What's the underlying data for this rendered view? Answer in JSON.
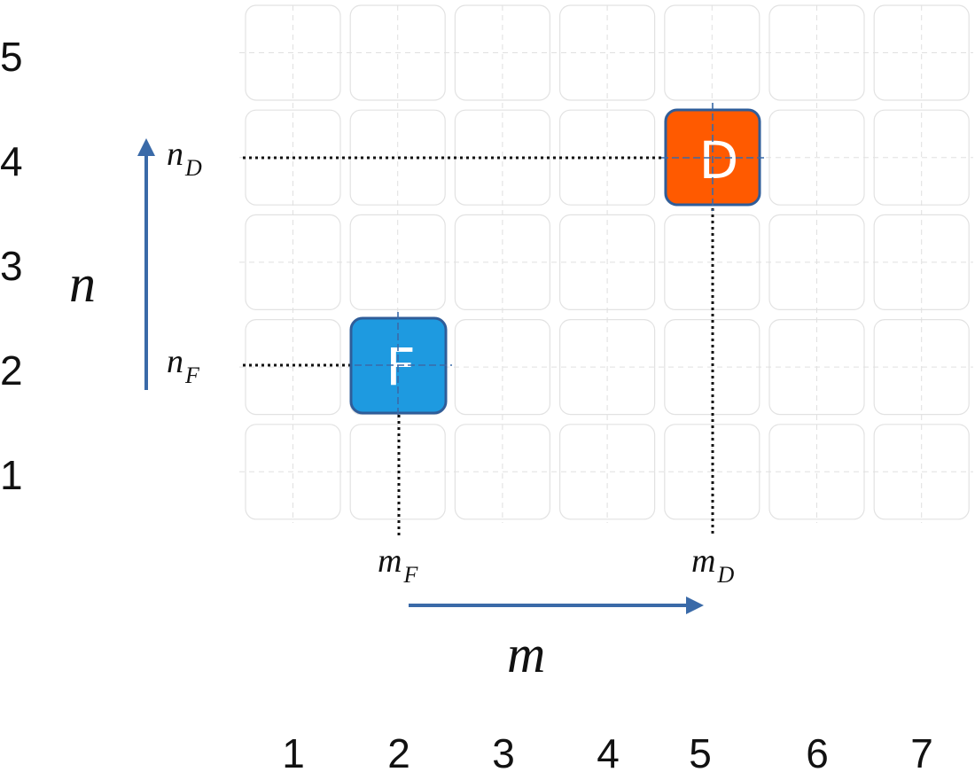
{
  "grid": {
    "columns": 7,
    "rows": 5
  },
  "x_ticks": [
    "1",
    "2",
    "3",
    "4",
    "5",
    "6",
    "7"
  ],
  "y_ticks": [
    "1",
    "2",
    "3",
    "4",
    "5"
  ],
  "axes": {
    "m_label": "m",
    "n_label": "n"
  },
  "arrow_color": "#3a6aa8",
  "tiles": [
    {
      "letter": "F",
      "column": 2,
      "row": 2,
      "color": "#1e9ae0",
      "border": "#2f5d99",
      "m_label": "m",
      "m_sub": "F",
      "n_label": "n",
      "n_sub": "F"
    },
    {
      "letter": "D",
      "column": 5,
      "row": 4,
      "color": "#ff5a00",
      "border": "#2f5d99",
      "m_label": "m",
      "m_sub": "D",
      "n_label": "n",
      "n_sub": "D"
    }
  ]
}
